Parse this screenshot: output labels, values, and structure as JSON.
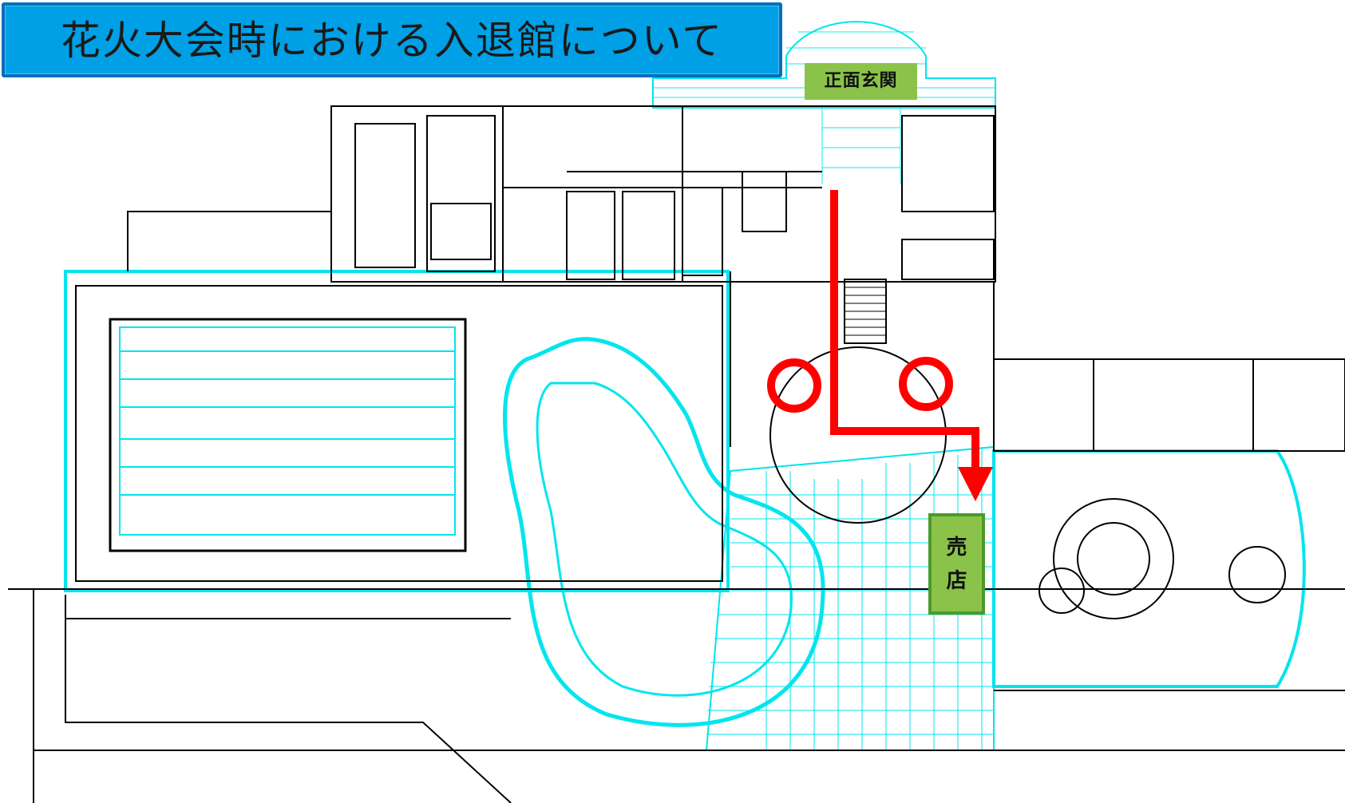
{
  "title": "花火大会時における入退館について",
  "labels": {
    "entrance": "正面玄関",
    "shop_line1": "売",
    "shop_line2": "店"
  },
  "colors": {
    "title_bg": "#00a0e6",
    "title_border": "#0070c0",
    "label_bg": "#8bc34a",
    "route": "#ff0000",
    "plan_lines": "#00e5ee",
    "walls": "#000000"
  },
  "markers": {
    "route": "arrow from 正面玄関 to 売店",
    "circles": [
      "entry-gate-left",
      "entry-gate-right"
    ]
  }
}
